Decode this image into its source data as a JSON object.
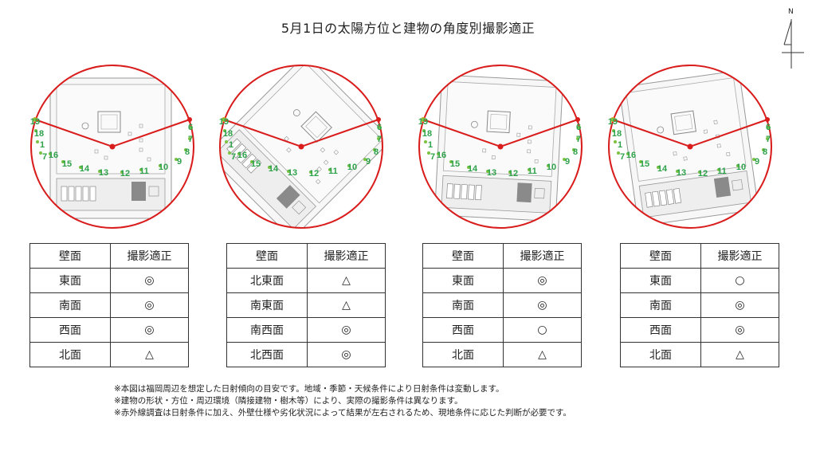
{
  "title": "5月1日の太陽方位と建物の角度別撮影適正",
  "north_label": "N",
  "diagrams": [
    {
      "rotation_deg": 0
    },
    {
      "rotation_deg": 45
    },
    {
      "rotation_deg": 3
    },
    {
      "rotation_deg": -8
    }
  ],
  "sun_hours": [
    "19",
    "18",
    "1",
    "7",
    "16",
    "15",
    "14",
    "13",
    "12",
    "11",
    "10",
    "9",
    "8",
    "7",
    "6"
  ],
  "tables": [
    {
      "header": [
        "壁面",
        "撮影適正"
      ],
      "rows": [
        [
          "東面",
          "◎"
        ],
        [
          "南面",
          "◎"
        ],
        [
          "西面",
          "◎"
        ],
        [
          "北面",
          "△"
        ]
      ]
    },
    {
      "header": [
        "壁面",
        "撮影適正"
      ],
      "rows": [
        [
          "北東面",
          "△"
        ],
        [
          "南東面",
          "△"
        ],
        [
          "南西面",
          "◎"
        ],
        [
          "北西面",
          "◎"
        ]
      ]
    },
    {
      "header": [
        "壁面",
        "撮影適正"
      ],
      "rows": [
        [
          "東面",
          "◎"
        ],
        [
          "南面",
          "◎"
        ],
        [
          "西面",
          "○"
        ],
        [
          "北面",
          "△"
        ]
      ]
    },
    {
      "header": [
        "壁面",
        "撮影適正"
      ],
      "rows": [
        [
          "東面",
          "○"
        ],
        [
          "南面",
          "◎"
        ],
        [
          "西面",
          "◎"
        ],
        [
          "北面",
          "△"
        ]
      ]
    }
  ],
  "notes": [
    "※本図は福岡周辺を想定した日射傾向の目安です。地域・季節・天候条件により日射条件は変動します。",
    "※建物の形状・方位・周辺環境（隣接建物・樹木等）により、実際の撮影条件は異なります。",
    "※赤外線調査は日射条件に加え、外壁仕様や劣化状況によって結果が左右されるため、現地条件に応じた判断が必要です。"
  ]
}
